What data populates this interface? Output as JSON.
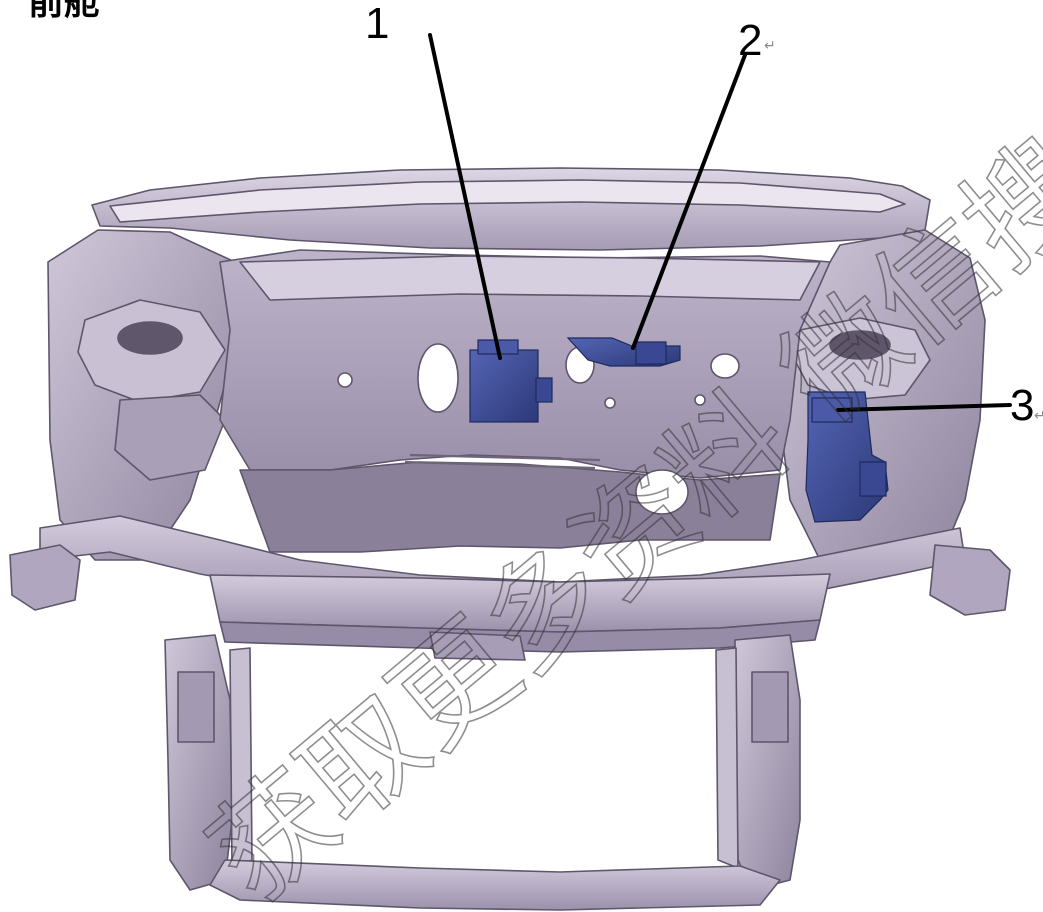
{
  "header": {
    "text": "前舱"
  },
  "watermark": {
    "text": "获取更多资料 微信搜索"
  },
  "callouts": [
    {
      "label": "1"
    },
    {
      "label": "2",
      "mark": "↵"
    },
    {
      "label": "3",
      "mark": "↵"
    }
  ],
  "colors": {
    "body_base": "#b8aec6",
    "body_light": "#d2cadb",
    "body_dark": "#6e6579",
    "connector": "#3e4d96",
    "connector_dark": "#27336b",
    "leader_line": "#000000"
  }
}
